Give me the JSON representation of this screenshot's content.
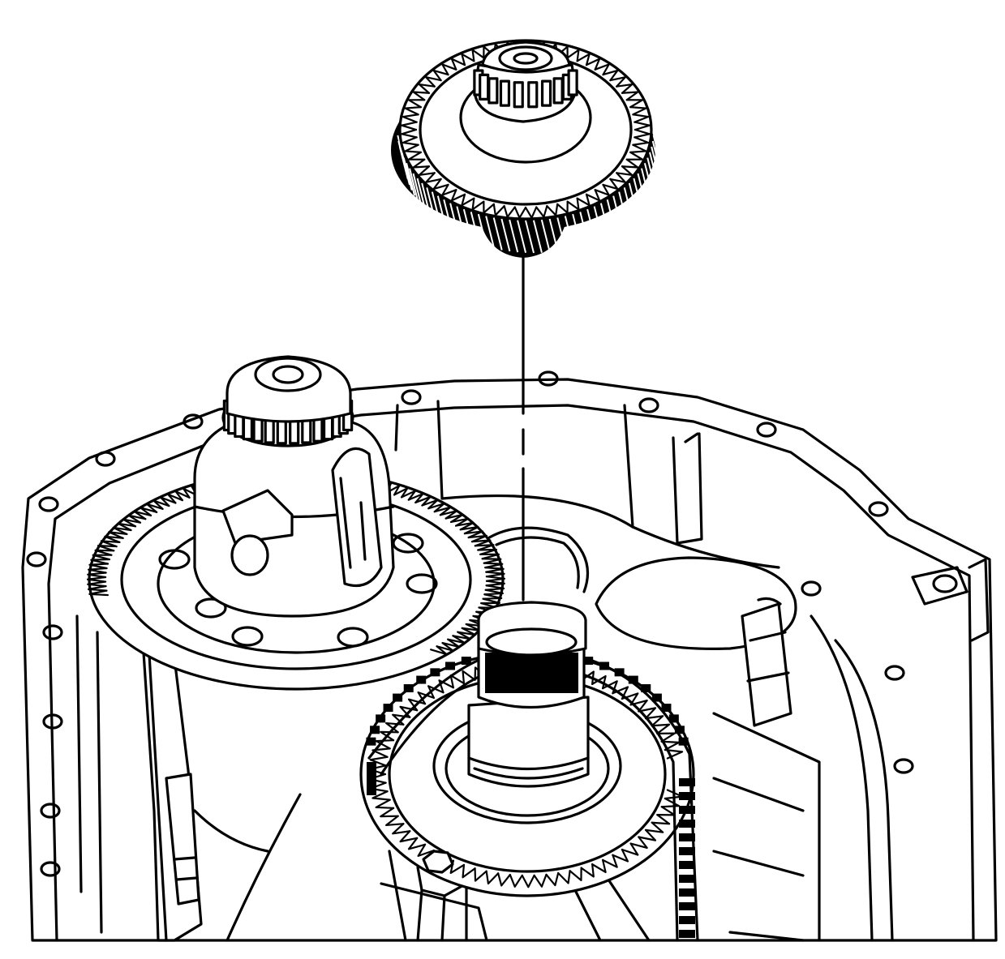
{
  "illustration": {
    "colors": {
      "ink": "#000000",
      "paper": "#ffffff"
    },
    "parts": [
      "upper-helical-gear-with-bearing",
      "differential-carrier-with-bearing",
      "differential-ring-gear",
      "output-shaft-sleeve",
      "lower-sprocket",
      "drive-chain",
      "transaxle-case"
    ]
  }
}
